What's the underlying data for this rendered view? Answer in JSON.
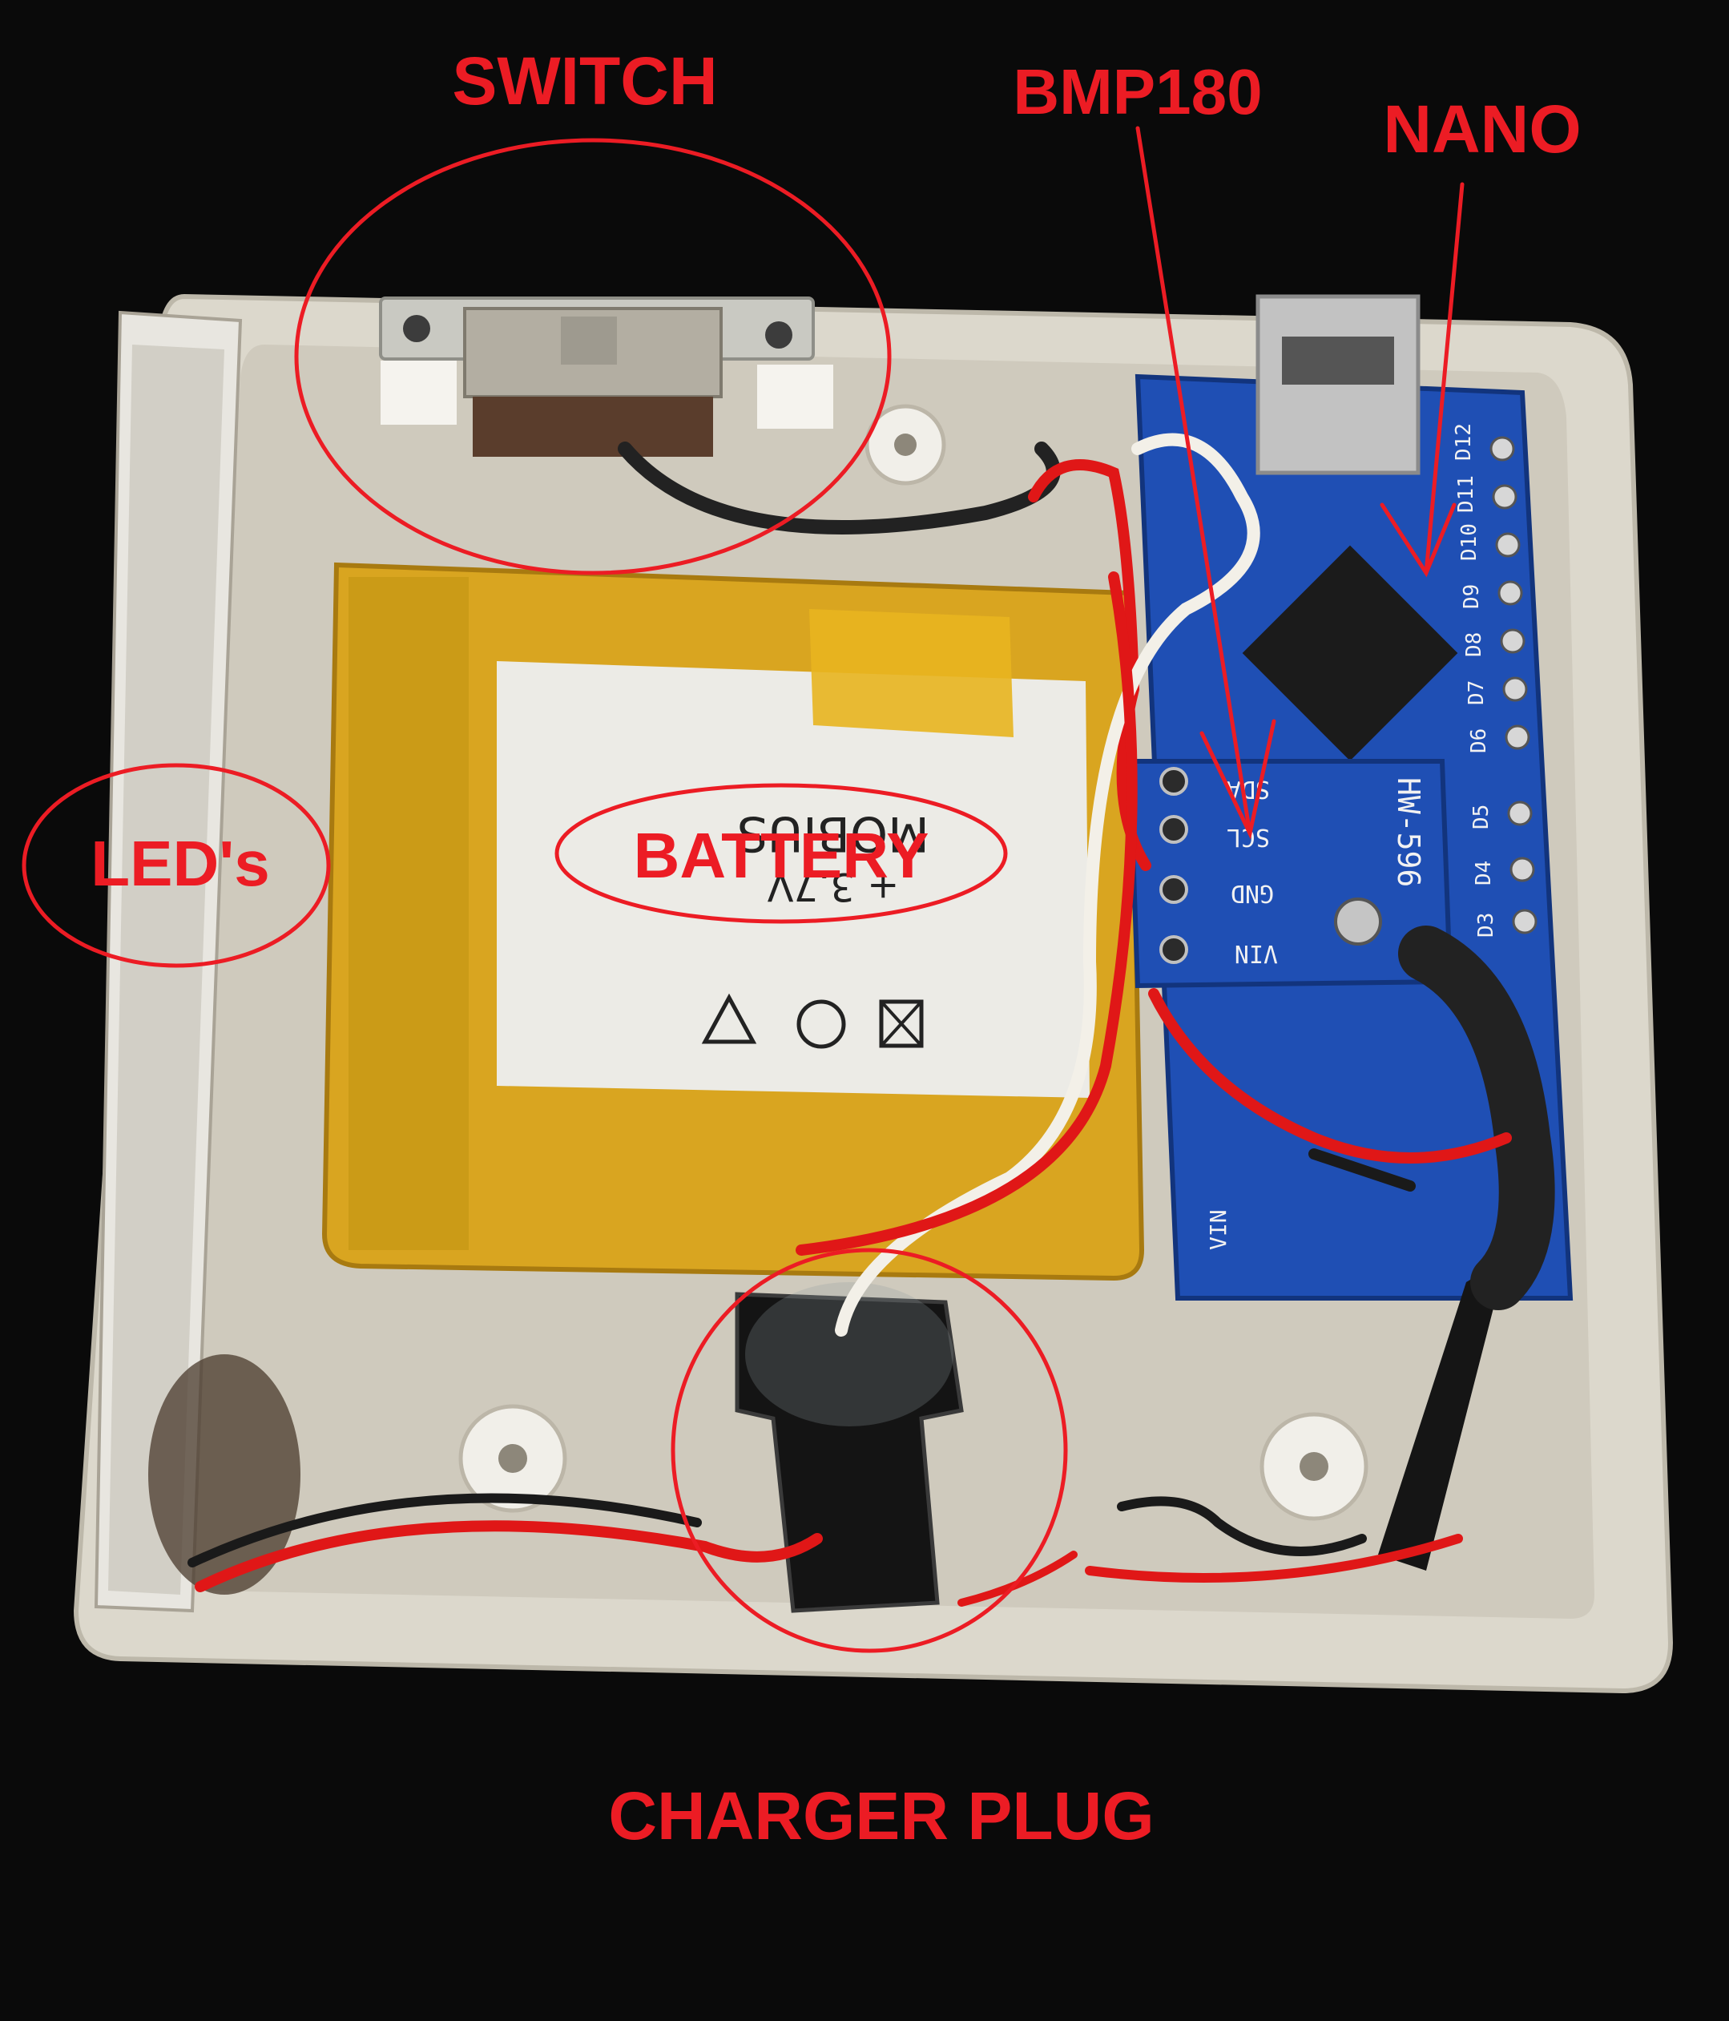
{
  "annotations": {
    "switch": "SWITCH",
    "bmp180": "BMP180",
    "nano": "NANO",
    "leds": "LED's",
    "battery": "BATTERY",
    "charger_plug": "CHARGER PLUG"
  },
  "battery_print": {
    "line1": "+ 3.7V",
    "line2": "MOBIUS"
  },
  "sensor_board": {
    "model": "HW-596",
    "pins": [
      "SDA",
      "SCL",
      "GND",
      "VIN"
    ]
  },
  "nano_board": {
    "pins": [
      "D12",
      "D11",
      "D10",
      "D9",
      "D8",
      "D7",
      "D6",
      "D5",
      "D4",
      "D3"
    ],
    "bottom_pin": "VIN"
  },
  "colors": {
    "annotation": "#ec1c24",
    "background": "#0a0a0a",
    "enclosure": "#e9e6dc",
    "battery": "#d9a520",
    "pcb": "#1f4fb4"
  }
}
